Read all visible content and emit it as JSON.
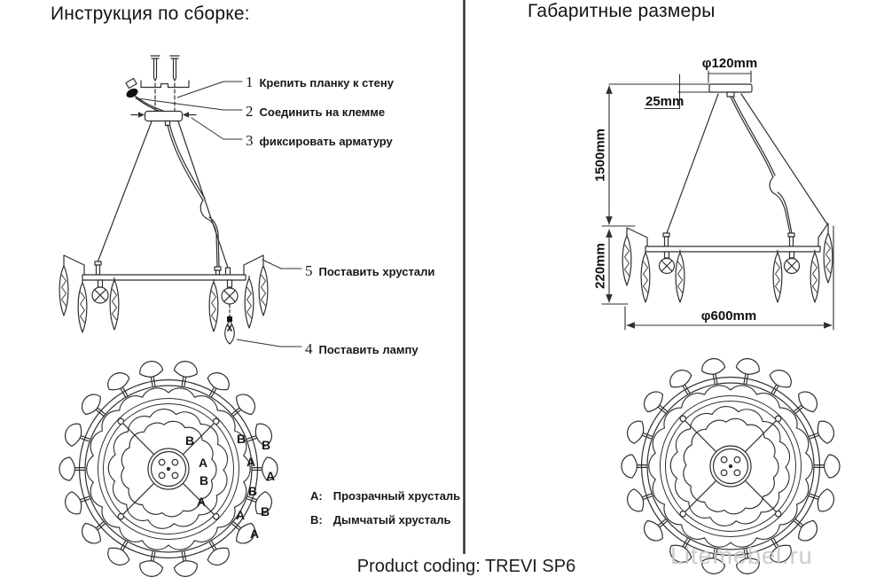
{
  "left_panel": {
    "title": "Инструкция по сборке:",
    "callouts": [
      {
        "num": "1",
        "text": "Крепить планку к стену"
      },
      {
        "num": "2",
        "text": "Соединить на клемме"
      },
      {
        "num": "3",
        "text": "фиксировать арматуру"
      },
      {
        "num": "5",
        "text": "Поставить хрустали"
      },
      {
        "num": "4",
        "text": "Поставить лампу"
      }
    ],
    "legend": [
      {
        "key": "А:",
        "text": "Прозрачный хрусталь"
      },
      {
        "key": "В:",
        "text": "Дымчатый хрусталь"
      }
    ],
    "crystal_labels": [
      {
        "letter": "B"
      },
      {
        "letter": "B"
      },
      {
        "letter": "B"
      },
      {
        "letter": "A"
      },
      {
        "letter": "A"
      },
      {
        "letter": "A"
      },
      {
        "letter": "B"
      },
      {
        "letter": "B"
      },
      {
        "letter": "A"
      },
      {
        "letter": "A"
      },
      {
        "letter": "B"
      },
      {
        "letter": "A"
      }
    ]
  },
  "right_panel": {
    "title": "Габаритные размеры",
    "dimensions": {
      "canopy_diameter": "φ120mm",
      "canopy_height": "25mm",
      "suspension_height": "1500mm",
      "body_height": "220mm",
      "body_diameter": "φ600mm"
    }
  },
  "footer": {
    "product_coding": "Product coding: TREVI SP6"
  },
  "watermark": "Litemebel.ru",
  "colors": {
    "line": "#2f2f2f",
    "watermark": "#c7c7c7",
    "background": "#ffffff"
  }
}
